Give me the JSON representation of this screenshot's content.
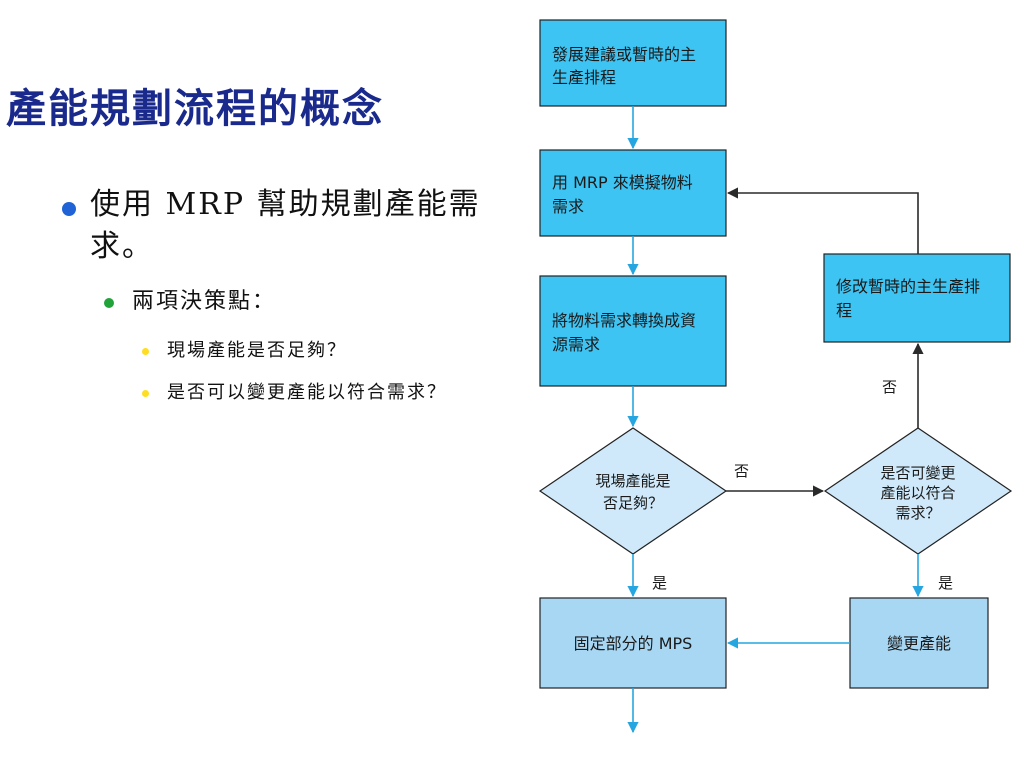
{
  "title": "產能規劃流程的概念",
  "bullets": {
    "level1": "使用 MRP 幫助規劃產能需求。",
    "level2": "兩項決策點：",
    "level3": [
      "現場產能是否足夠？",
      "是否可以變更產能以符合需求？"
    ]
  },
  "flowchart": {
    "box_develop": [
      "發展建議或暫時的主",
      "生產排程"
    ],
    "box_mrp": [
      "用 MRP 來模擬物料",
      "需求"
    ],
    "box_convert": [
      "將物料需求轉換成資",
      "源需求"
    ],
    "diamond_capacity": [
      "現場產能是",
      "否足夠？"
    ],
    "diamond_change": [
      "是否可變更",
      "產能以符合",
      "需求？"
    ],
    "box_revise": [
      "修改暫時的主生產排",
      "程"
    ],
    "box_fix": "固定部分的 MPS",
    "box_change": "變更產能",
    "label_no": "否",
    "label_yes": "是"
  },
  "colors": {
    "title": "#1a2a8c",
    "bright_box": "#3ec4f2",
    "pale_box": "#a8d7f4",
    "diamond": "#cfe9fa",
    "arrow_blue": "#26a6e0",
    "arrow_dark": "#2a2a2a",
    "bullet1": "#1f63d6",
    "bullet2": "#22a33a",
    "bullet3": "#ffdd22"
  }
}
